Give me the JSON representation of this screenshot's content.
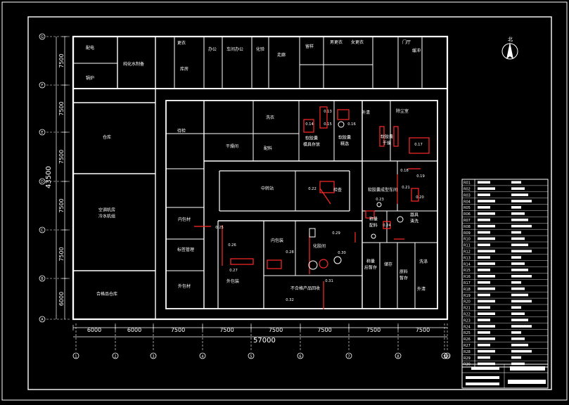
{
  "drawing": {
    "north_label": "北",
    "total_width": "57000",
    "total_height": "43500",
    "grid_columns": [
      "1",
      "2",
      "3",
      "4",
      "5",
      "6",
      "7",
      "8",
      "9",
      "10"
    ],
    "grid_rows": [
      "G",
      "F",
      "E",
      "D",
      "C",
      "B",
      "A"
    ],
    "bottom_dims": [
      "6000",
      "6000",
      "7500",
      "7500",
      "7500",
      "7500",
      "7500",
      "7500"
    ],
    "left_dims": [
      "7500",
      "7500",
      "7500",
      "7500",
      "7500",
      "6000"
    ],
    "rooms": [
      {
        "key": "r1",
        "label": "配电"
      },
      {
        "key": "r2",
        "label": "纯化水制备"
      },
      {
        "key": "r3",
        "label": "锅炉"
      },
      {
        "key": "r4",
        "label": "仓库"
      },
      {
        "key": "r5",
        "label": "空调机房\n冷水机组"
      },
      {
        "key": "r6",
        "label": "合格品仓库"
      },
      {
        "key": "r7",
        "label": "更衣"
      },
      {
        "key": "r8",
        "label": "库房"
      },
      {
        "key": "r9",
        "label": "办公"
      },
      {
        "key": "r10",
        "label": "车间办公"
      },
      {
        "key": "r11",
        "label": "化验"
      },
      {
        "key": "r12",
        "label": "走廊"
      },
      {
        "key": "r13",
        "label": "留样"
      },
      {
        "key": "r14",
        "label": "男更衣"
      },
      {
        "key": "r15",
        "label": "女更衣"
      },
      {
        "key": "r16",
        "label": "门厅"
      },
      {
        "key": "r17",
        "label": "外清"
      },
      {
        "key": "r18",
        "label": "缓冲"
      },
      {
        "key": "r19",
        "label": "待检"
      },
      {
        "key": "r20",
        "label": "中转站"
      },
      {
        "key": "r21",
        "label": "检查"
      },
      {
        "key": "r22",
        "label": "软胶囊\n模具存放"
      },
      {
        "key": "r23",
        "label": "软胶囊\n精选"
      },
      {
        "key": "r24",
        "label": "软胶囊\n干燥"
      },
      {
        "key": "r25",
        "label": "软胶囊成型车间"
      },
      {
        "key": "r26",
        "label": "除尘室"
      },
      {
        "key": "r27",
        "label": "干燥间"
      },
      {
        "key": "r28",
        "label": "化胶间"
      },
      {
        "key": "r29",
        "label": "内包装"
      },
      {
        "key": "r30",
        "label": "外包装"
      },
      {
        "key": "r31",
        "label": "不合格产品回收"
      },
      {
        "key": "r32",
        "label": "内包材"
      },
      {
        "key": "r33",
        "label": "标签管理"
      },
      {
        "key": "r34",
        "label": "外包材"
      },
      {
        "key": "r35",
        "label": "称量\n配料"
      },
      {
        "key": "r36",
        "label": "称量\n后暂存"
      },
      {
        "key": "r37",
        "label": "原料\n暂存"
      },
      {
        "key": "r38",
        "label": "器具\n清洗"
      },
      {
        "key": "r39",
        "label": "洗衣"
      },
      {
        "key": "r40",
        "label": "配料"
      },
      {
        "key": "r41",
        "label": "储存"
      },
      {
        "key": "r42",
        "label": "外清"
      },
      {
        "key": "r43",
        "label": "洗涤"
      }
    ],
    "equipment_tags": [
      "0.13",
      "0.14",
      "0.15",
      "0.16",
      "0.17",
      "0.18",
      "0.19",
      "0.20",
      "0.21",
      "0.22",
      "0.23",
      "0.24",
      "0.25",
      "0.26",
      "0.27",
      "0.28",
      "0.29",
      "0.30",
      "0.31",
      "0.32"
    ],
    "legend": {
      "rows": [
        "R01",
        "R02",
        "R03",
        "R04",
        "R05",
        "R06",
        "R07",
        "R08",
        "R09",
        "R10",
        "R11",
        "R12",
        "R13",
        "R14",
        "R15",
        "R16",
        "R17",
        "R18",
        "R19",
        "R20",
        "R21",
        "R22",
        "R23",
        "R24",
        "R25",
        "R26",
        "R27",
        "R28",
        "R29",
        "R30"
      ]
    }
  }
}
